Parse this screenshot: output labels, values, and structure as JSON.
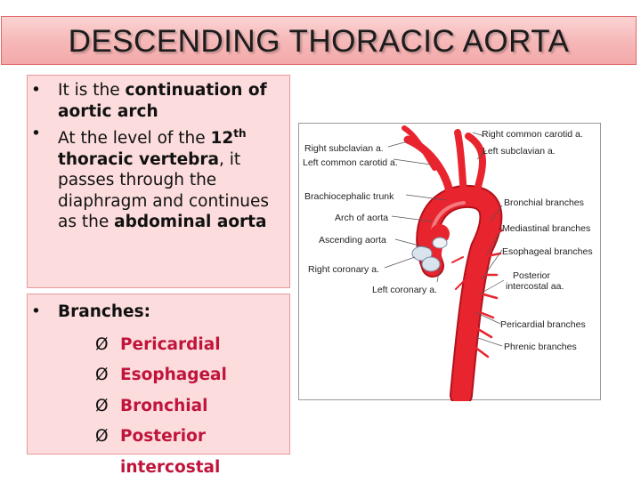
{
  "slide": {
    "title": "DESCENDING THORACIC AORTA",
    "box1": {
      "b1_pre": "It is the ",
      "b1_bold": "continuation of aortic arch",
      "b2_pre": "At the level of the ",
      "b2_num": "12",
      "b2_sup": "th",
      "b2_bold": "thoracic vertebra",
      "b2_mid": ", it passes through the diaphragm and continues as the ",
      "b2_bold2": "abdominal aorta"
    },
    "box2": {
      "heading": "Branches:",
      "arrow_glyph": "Ø",
      "branches": [
        "Pericardial",
        "Esophageal",
        "Bronchial",
        "Posterior intercostal"
      ]
    },
    "figure": {
      "labels": {
        "right_common_carotid": "Right common carotid a.",
        "right_subclavian": "Right subclavian a.",
        "left_subclavian": "Left subclavian a.",
        "left_common_carotid": "Left common carotid a.",
        "brachiocephalic": "Brachiocephalic trunk",
        "bronchial": "Bronchial branches",
        "arch": "Arch of aorta",
        "mediastinal": "Mediastinal branches",
        "ascending": "Ascending aorta",
        "esophageal": "Esophageal branches",
        "right_coronary": "Right coronary a.",
        "posterior_1": "Posterior",
        "posterior_2": "intercostal aa.",
        "left_coronary": "Left coronary a.",
        "pericardial": "Pericardial branches",
        "phrenic": "Phrenic branches"
      },
      "colors": {
        "vessel": "#e8242f",
        "vessel_dark": "#b3121c",
        "valve": "#d9e3ee"
      }
    }
  }
}
